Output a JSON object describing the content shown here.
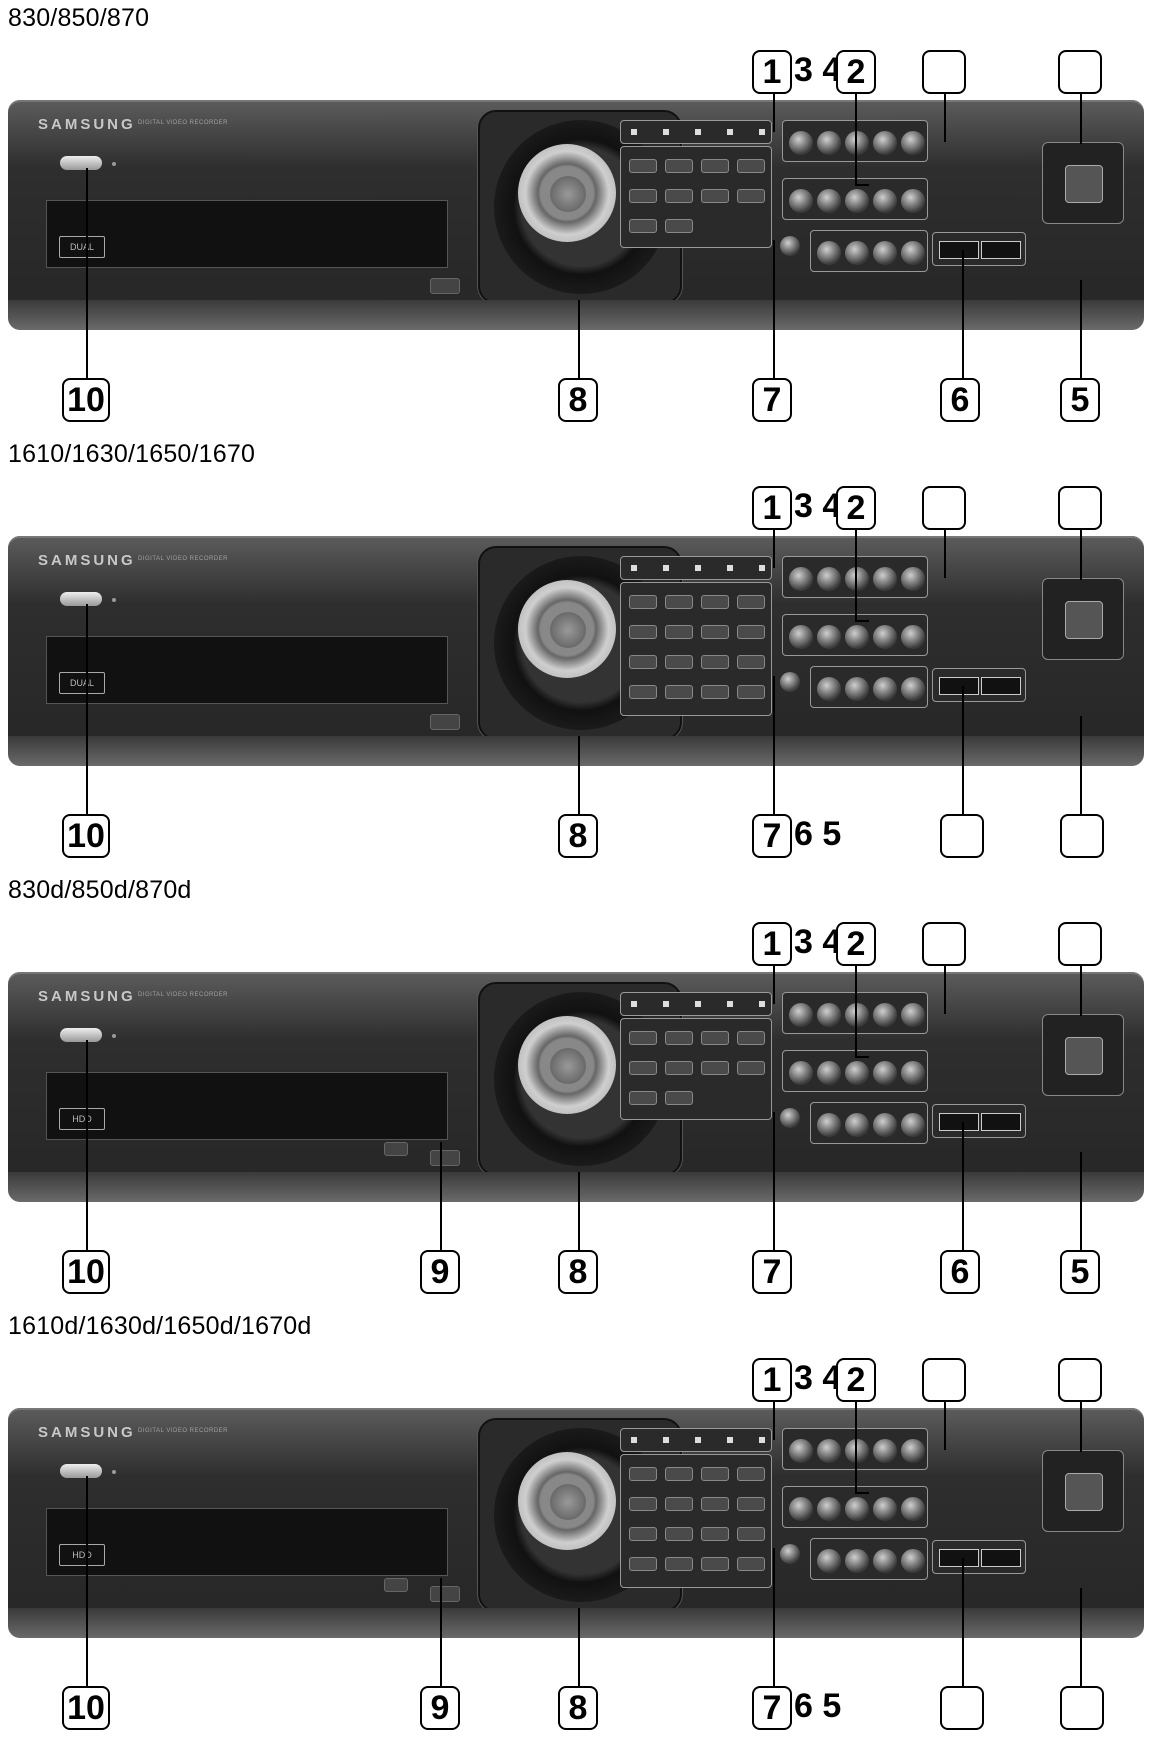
{
  "panels": [
    {
      "title": "830/850/870",
      "tray_logo": "DUAL",
      "extra_keys": false,
      "has_9": false,
      "top_left": "1",
      "top_middle": "3 4",
      "top_right": "2",
      "bottom": [
        "10",
        "8",
        "7",
        "6",
        "5"
      ]
    },
    {
      "title": "1610/1630/1650/1670",
      "tray_logo": "DUAL",
      "extra_keys": true,
      "has_9": false,
      "top_left": "1",
      "top_middle": "3 4",
      "top_right": "2",
      "bottom": [
        "10",
        "8",
        "7",
        "6 5"
      ]
    },
    {
      "title": "830d/850d/870d",
      "tray_logo": "HDD",
      "extra_keys": false,
      "has_9": true,
      "top_left": "1",
      "top_middle": "3 4",
      "top_right": "2",
      "bottom": [
        "10",
        "9",
        "8",
        "7",
        "6",
        "5"
      ]
    },
    {
      "title": "1610d/1630d/1650d/1670d",
      "tray_logo": "HDD",
      "extra_keys": true,
      "has_9": true,
      "top_left": "1",
      "top_middle": "3 4",
      "top_right": "2",
      "bottom": [
        "10",
        "9",
        "8",
        "7",
        "6 5"
      ]
    }
  ],
  "device": {
    "brand": "SAMSUNG",
    "subtitle": "DIGITAL VIDEO RECORDER"
  },
  "colors": {
    "device_body": "#2e2e2e",
    "callout_border": "#000000",
    "background": "#ffffff"
  }
}
